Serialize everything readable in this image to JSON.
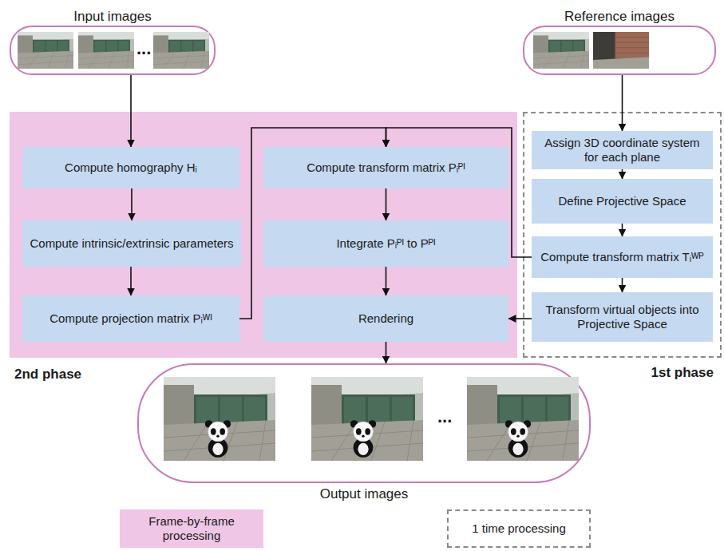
{
  "diagram": {
    "nodes": [
      {
        "text": [
          "Input images",
          "..."
        ]
      },
      {
        "text": [
          "Reference images"
        ]
      },
      {
        "text": [
          "2nd phase"
        ]
      },
      {
        "text": [
          "Compute homography Hᵢ"
        ],
        "in": 2
      },
      {
        "text": [
          "Compute intrinsic/extrinsic parameters"
        ],
        "in": 2
      },
      {
        "text": [
          "Compute projection matrix Pᵢᵂᴵ"
        ],
        "in": 2
      },
      {
        "text": [
          "Compute transform matrix Pᵢᴾᴵ"
        ],
        "in": 2
      },
      {
        "text": [
          "Integrate Pᵢᴾᴵ to Pᴾᴵ"
        ],
        "in": 2
      },
      {
        "text": [
          "Rendering"
        ],
        "in": 2
      },
      {
        "text": [
          "1st phase"
        ]
      },
      {
        "text": [
          "Assign 3D coordinate system for each plane"
        ],
        "in": 9
      },
      {
        "text": [
          "Define Projective Space"
        ],
        "in": 9
      },
      {
        "text": [
          "Compute transform matrix Tᵢᵂᴾ"
        ],
        "in": 9
      },
      {
        "text": [
          "Transform virtual objects into Projective Space"
        ],
        "in": 9
      },
      {
        "text": [
          "...",
          "Output images"
        ]
      }
    ],
    "edges": [
      {
        "from": 0,
        "to": 3,
        "arrow": "to"
      },
      {
        "from": 3,
        "to": 4,
        "arrow": "to"
      },
      {
        "from": 4,
        "to": 5,
        "arrow": "to"
      },
      {
        "from": 5,
        "to": 6,
        "arrow": "to"
      },
      {
        "from": 6,
        "to": 7,
        "arrow": "to"
      },
      {
        "from": 7,
        "to": 8,
        "arrow": "to"
      },
      {
        "from": 1,
        "to": 10,
        "arrow": "to"
      },
      {
        "from": 10,
        "to": 11,
        "arrow": "to"
      },
      {
        "from": 11,
        "to": 12,
        "arrow": "to"
      },
      {
        "from": 12,
        "to": 13,
        "arrow": "to"
      },
      {
        "from": 12,
        "to": 6,
        "arrow": "to"
      },
      {
        "from": 13,
        "to": 8,
        "arrow": "to"
      },
      {
        "from": 8,
        "to": 14,
        "arrow": "to"
      }
    ],
    "legend": [
      {
        "text": "Frame-by-frame processing",
        "color": "#efc6e6"
      },
      {
        "text": "1 time processing"
      }
    ]
  }
}
